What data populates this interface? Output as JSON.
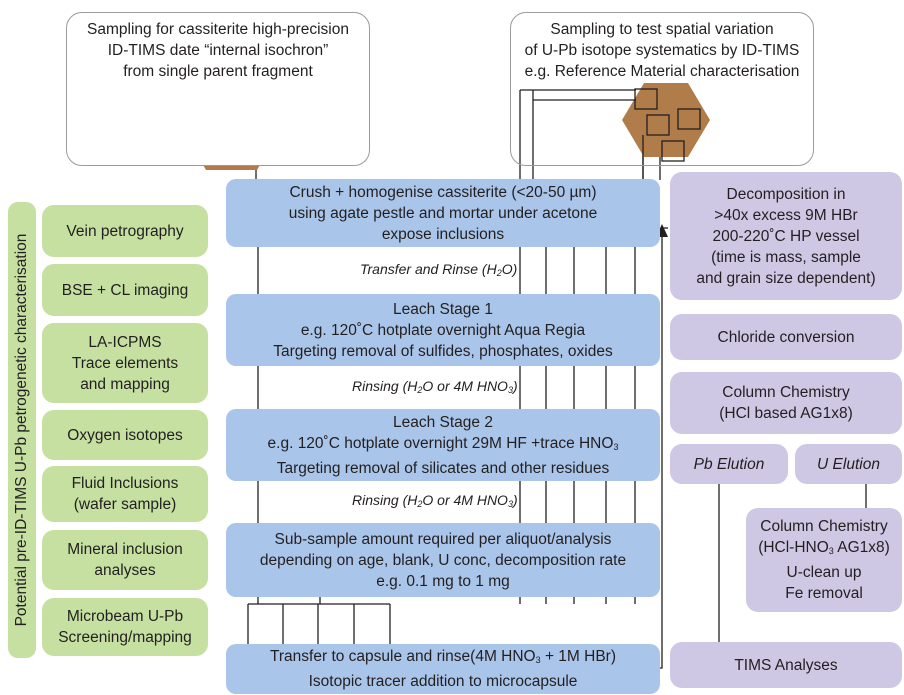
{
  "top_left_box": {
    "lines": [
      "Sampling for cassiterite high-precision",
      "ID-TIMS date “internal isochron”",
      "from single parent fragment"
    ]
  },
  "top_right_box": {
    "lines": [
      "Sampling to test spatial variation",
      "of U-Pb isotope systematics by ID-TIMS",
      "e.g. Reference Material characterisation"
    ]
  },
  "side_label": "Potential pre-ID-TIMS U-Pb petrogenetic characterisation",
  "green_boxes": [
    "Vein petrography",
    "BSE + CL imaging",
    "LA-ICPMS\nTrace elements\nand mapping",
    "Oxygen isotopes",
    "Fluid Inclusions\n(wafer sample)",
    "Mineral inclusion\nanalyses",
    "Microbeam U-Pb\nScreening/mapping"
  ],
  "steps": {
    "crush": [
      "Crush + homogenise cassiterite (<20-50 µm)",
      "using agate pestle and mortar under acetone",
      "expose inclusions"
    ],
    "transfer": {
      "prefix": "Transfer and Rinse (H",
      "sub": "2",
      "suffix": "O)"
    },
    "leach1": [
      "Leach Stage 1",
      "e.g. 120˚C hotplate overnight Aqua Regia",
      "Targeting removal of sulfides, phosphates, oxides"
    ],
    "rinse1": {
      "prefix": "Rinsing (H",
      "sub1": "2",
      "mid": "O or 4M HNO",
      "sub2": "3",
      "suffix": ")"
    },
    "leach2": {
      "title": "Leach Stage 2",
      "line2_prefix": "e.g. 120˚C hotplate overnight 29M HF +trace HNO",
      "line2_sub": "3",
      "line3": "Targeting removal of silicates and other residues"
    },
    "rinse2": {
      "prefix": "Rinsing (H",
      "sub1": "2",
      "mid": "O or 4M HNO",
      "sub2": "3",
      "suffix": ")"
    },
    "subsample": [
      "Sub-sample amount required per aliquot/analysis",
      "depending on age, blank, U conc, decomposition rate",
      "e.g. 0.1 mg to 1 mg"
    ],
    "capsule": {
      "line1_prefix": "Transfer to capsule and rinse(4M HNO",
      "line1_sub": "3",
      "line1_suffix": " + 1M HBr)",
      "line2": "Isotopic tracer addition to microcapsule"
    }
  },
  "purple": {
    "decomposition": [
      "Decomposition in",
      ">40x excess 9M HBr",
      "200-220˚C HP vessel",
      "(time is mass, sample",
      "and grain size dependent)"
    ],
    "chloride": "Chloride conversion",
    "column1": [
      "Column Chemistry",
      "(HCl based AG1x8)"
    ],
    "pb_elution": "Pb Elution",
    "u_elution": "U Elution",
    "column2": {
      "line1": "Column Chemistry",
      "line2_prefix": "(HCl-HNO",
      "line2_sub": "3",
      "line2_suffix": " AG1x8)",
      "line3": "U-clean up",
      "line4": "Fe removal"
    },
    "tims": "TIMS Analyses"
  },
  "colors": {
    "blue": "#a9c5e9",
    "green": "#c5e0a0",
    "purple": "#cfc8e4",
    "hexagon": "#b07c4a"
  }
}
